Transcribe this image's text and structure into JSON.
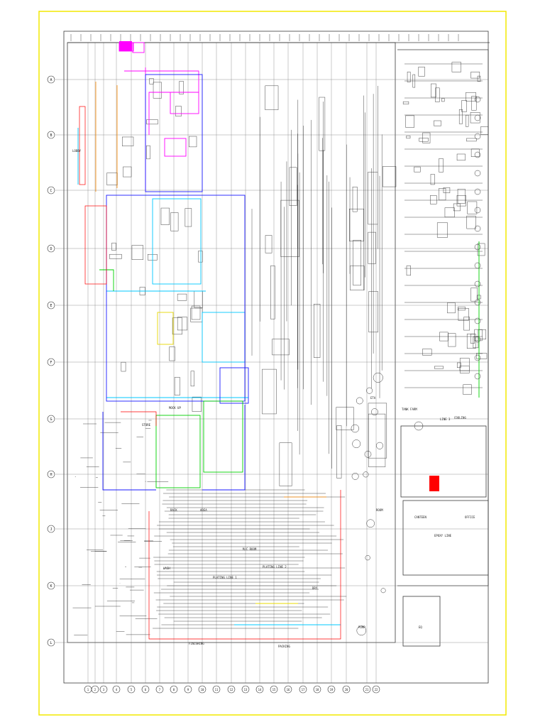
{
  "drawing": {
    "border_color": "#f2e800",
    "labels": {
      "store": "STORE",
      "lobby": "LOBBY",
      "mock_up": "MOCK UP",
      "plating_line_1": "PLATING LINE 1",
      "plating_line_2": "PLATING LINE 2",
      "epoxy_line": "EPOXY LINE",
      "packing": "PACKING",
      "finishing": "FINISHING",
      "canteen": "CANTEEN",
      "office": "OFFICE",
      "tank_farm": "TANK FARM",
      "line_3": "LINE 3",
      "mc_room": "M/C ROOM",
      "pump": "PUMP",
      "eq": "EQ",
      "room": "ROOM",
      "eta": "ETA",
      "cooling": "COOLING",
      "rack": "RACK",
      "area": "AREA",
      "wash": "WASH",
      "dry": "DRY"
    },
    "row_markers": [
      "A",
      "B",
      "C",
      "D",
      "E",
      "F",
      "G",
      "H",
      "J",
      "K",
      "L"
    ],
    "column_markers": [
      "1",
      "2",
      "3",
      "4",
      "5",
      "6",
      "7",
      "8",
      "9",
      "10",
      "11",
      "12",
      "13",
      "14",
      "15",
      "16",
      "17",
      "18",
      "19",
      "20",
      "21",
      "22"
    ],
    "colors": {
      "magenta": "#ff00ff",
      "cyan": "#00c8ff",
      "blue": "#1a1aff",
      "green": "#00d000",
      "red": "#ff0000",
      "orange": "#ff8c00",
      "yellow": "#e8d800",
      "linework": "#3a3a3a"
    }
  }
}
